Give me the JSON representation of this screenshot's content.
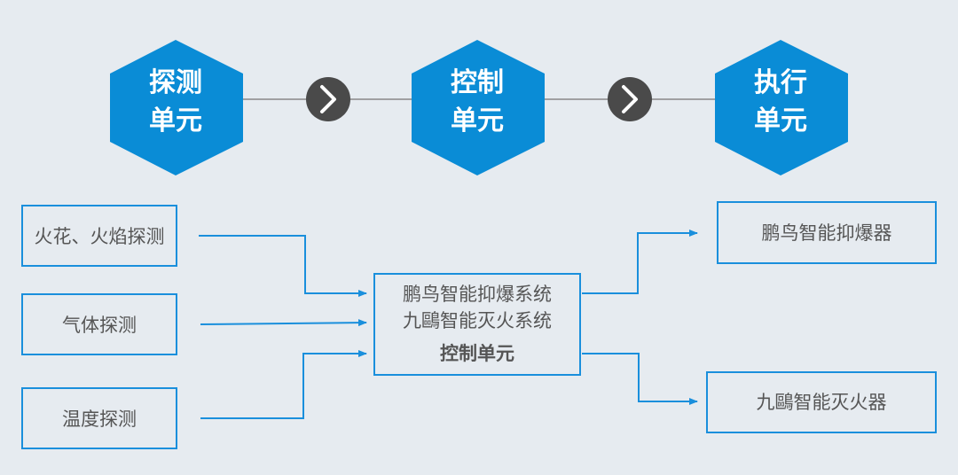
{
  "stages": [
    {
      "line1": "探测",
      "line2": "单元"
    },
    {
      "line1": "控制",
      "line2": "单元"
    },
    {
      "line1": "执行",
      "line2": "单元"
    }
  ],
  "stage_arrow_icon": "chevron-right-icon",
  "inputs": [
    "火花、火焰探测",
    "气体探测",
    "温度探测"
  ],
  "control": {
    "line1": "鹏鸟智能抑爆系统",
    "line2": "九鷗智能灭火系统",
    "title": "控制单元"
  },
  "outputs": [
    "鹏鸟智能抑爆器",
    "九鷗智能灭火器"
  ],
  "colors": {
    "background": "#e6ebf0",
    "accent": "#0a8cd6",
    "line": "#1a8fdc",
    "circle": "#4a4a4a"
  }
}
